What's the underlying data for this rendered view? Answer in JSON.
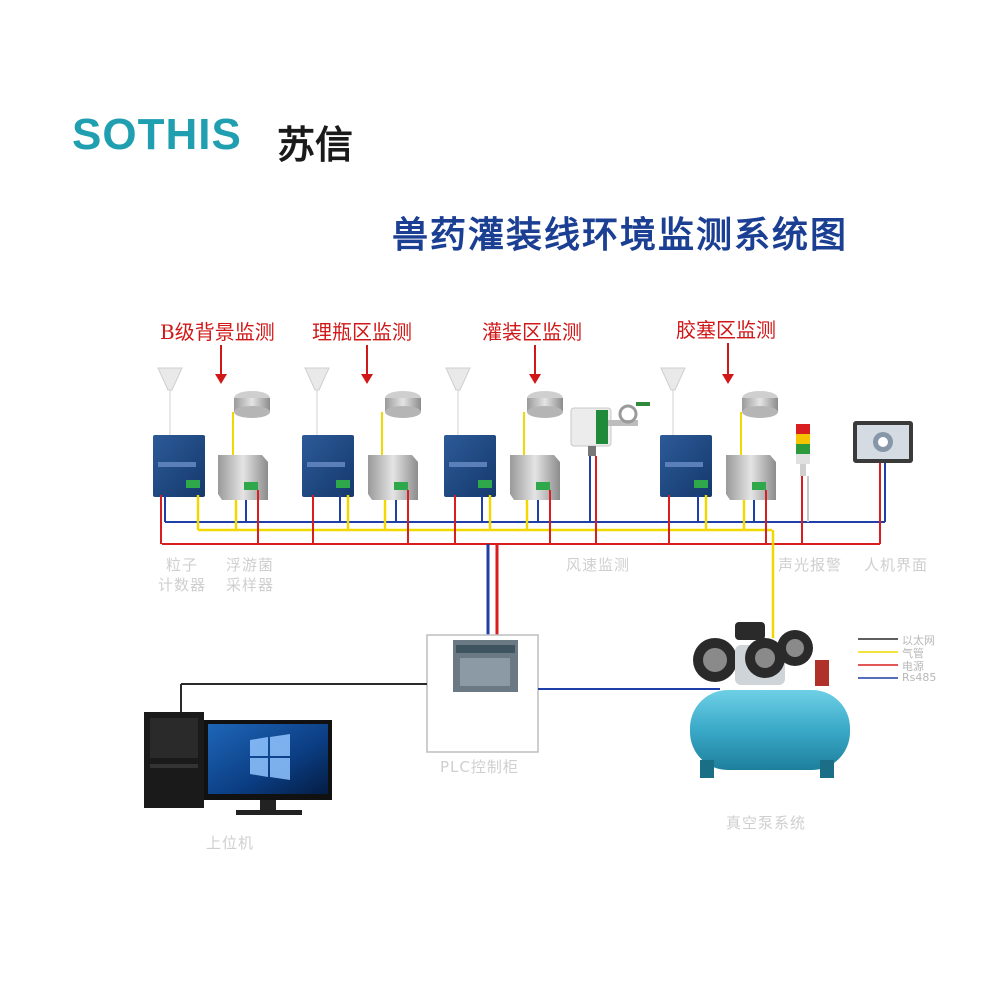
{
  "logo": {
    "brand": "SOTHIS",
    "brand_cn": "苏信"
  },
  "title": "兽药灌装线环境监测系统图",
  "zones": [
    {
      "label": "B级背景监测"
    },
    {
      "label": "理瓶区监测"
    },
    {
      "label": "灌装区监测"
    },
    {
      "label": "胶塞区监测"
    }
  ],
  "captions": {
    "particle_counter": [
      "粒子",
      "计数器"
    ],
    "plankton_sampler": [
      "浮游菌",
      "采样器"
    ],
    "wind_speed": "风速监测",
    "alarm": "声光报警",
    "hmi": "人机界面",
    "plc": "PLC控制柜",
    "pc": "上位机",
    "vacuum": "真空泵系统"
  },
  "legend": [
    {
      "label": "以太网",
      "color": "#2a2a2a"
    },
    {
      "label": "气管",
      "color": "#f0d800"
    },
    {
      "label": "电源",
      "color": "#d81e1e"
    },
    {
      "label": "Rs485",
      "color": "#1f3fa8"
    }
  ],
  "colors": {
    "ethernet": "#2a2a2a",
    "air_pipe": "#f0d800",
    "power": "#d81e1e",
    "rs485": "#1f3fa8",
    "title": "#1b3f93",
    "zone_label": "#d01818",
    "logo": "#1f9fb0"
  }
}
